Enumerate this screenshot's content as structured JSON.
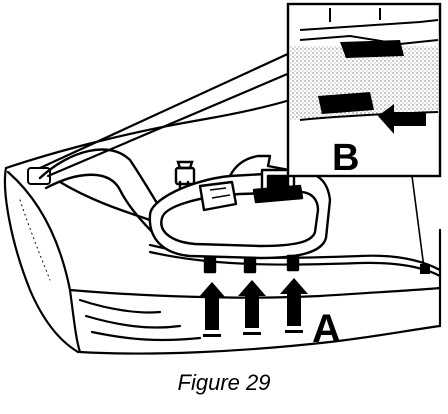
{
  "labels": {
    "callout_a": "A",
    "callout_b": "B"
  },
  "caption": "Figure 29",
  "colors": {
    "ink": "#000000",
    "paper": "#ffffff",
    "stipple": "#b8b8b8"
  }
}
